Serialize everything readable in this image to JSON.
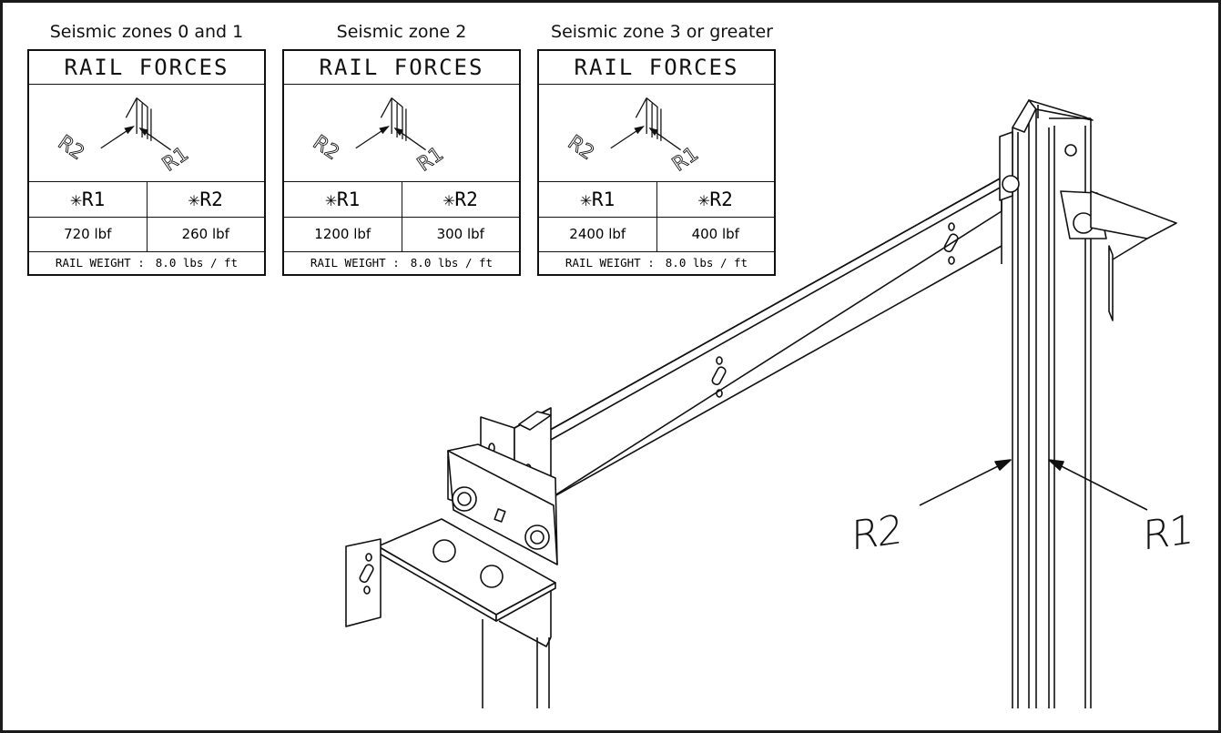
{
  "zones": [
    {
      "title": "Seismic zones 0 and 1",
      "header": "RAIL FORCES",
      "r1_label": "✳R1",
      "r2_label": "✳R2",
      "r1_value": "720 lbf",
      "r2_value": "260 lbf",
      "rail_weight_label": "RAIL WEIGHT :",
      "rail_weight_value": "8.0 lbs / ft",
      "fig_r1": "R1",
      "fig_r2": "R2"
    },
    {
      "title": "Seismic zone 2",
      "header": "RAIL FORCES",
      "r1_label": "✳R1",
      "r2_label": "✳R2",
      "r1_value": "1200 lbf",
      "r2_value": "300 lbf",
      "rail_weight_label": "RAIL WEIGHT :",
      "rail_weight_value": "8.0 lbs / ft",
      "fig_r1": "R1",
      "fig_r2": "R2"
    },
    {
      "title": "Seismic zone 3 or greater",
      "header": "RAIL FORCES",
      "r1_label": "✳R1",
      "r2_label": "✳R2",
      "r1_value": "2400 lbf",
      "r2_value": "400 lbf",
      "rail_weight_label": "RAIL WEIGHT :",
      "rail_weight_value": "8.0 lbs / ft",
      "fig_r1": "R1",
      "fig_r2": "R2"
    }
  ],
  "callouts": {
    "r1": "R1",
    "r2": "R2"
  },
  "colors": {
    "line": "#111111",
    "background": "#ffffff"
  }
}
